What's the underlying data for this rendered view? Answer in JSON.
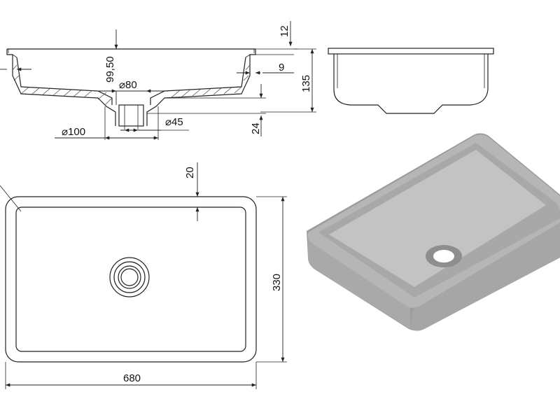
{
  "section_view": {
    "dims": {
      "d_drain_inner": "80",
      "depth_inner": "99,50",
      "d_outlet": "45",
      "d_base": "100",
      "rim_height": "12",
      "rim_step": "9",
      "total_height": "135",
      "outlet_height": "24"
    },
    "diameter_symbol": "⌀"
  },
  "top_view": {
    "dims": {
      "wall": "20",
      "width": "680",
      "depth": "330"
    }
  },
  "colors": {
    "line": "#222222",
    "basin_outer": "#9a9a9a",
    "basin_top": "#b3b3b3",
    "basin_inner": "#c4c4c4"
  }
}
